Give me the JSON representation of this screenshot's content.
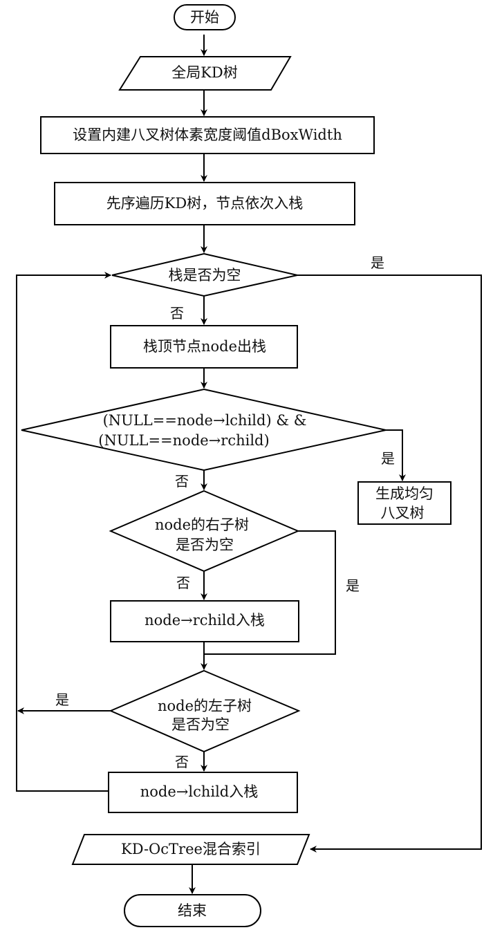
{
  "flowchart": {
    "start": "开始",
    "input": "全局KD树",
    "set_threshold": "设置内建八叉树体素宽度阈值dBoxWidth",
    "preorder": "先序遍历KD树，节点依次入栈",
    "stack_empty": "栈是否为空",
    "pop_node": "栈顶节点node出栈",
    "leaf_check_line1": "(NULL==node→lchild) & &",
    "leaf_check_line2": "(NULL==node→rchild)",
    "uniform_octree_line1": "生成均匀",
    "uniform_octree_line2": "八叉树",
    "right_empty_line1": "node的右子树",
    "right_empty_line2": "是否为空",
    "push_right": "node→rchild入栈",
    "left_empty_line1": "node的左子树",
    "left_empty_line2": "是否为空",
    "push_left": "node→lchild入栈",
    "output": "KD-OcTree混合索引",
    "end": "结束"
  },
  "edge_labels": {
    "stack_empty_yes": "是",
    "stack_empty_no": "否",
    "leaf_yes": "是",
    "leaf_no": "否",
    "right_yes": "是",
    "right_no": "否",
    "left_yes": "是",
    "left_no": "否"
  }
}
